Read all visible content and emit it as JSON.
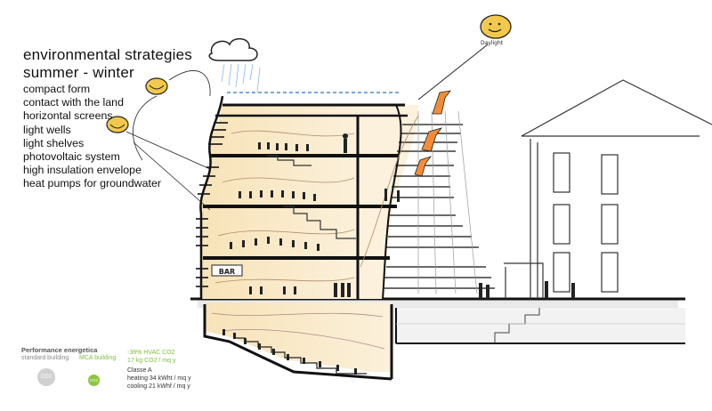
{
  "title": {
    "line1": "environmental strategies",
    "line2": "summer - winter"
  },
  "strategies": [
    "compact form",
    "contact with the land",
    "horizontal screens",
    "light wells",
    "light shelves",
    "photovoltaic system",
    "high insulation envelope",
    "heat pumps for groundwater"
  ],
  "performance": {
    "title": "Performance energetica",
    "standard_label": "standard building",
    "mca_label": "MCA building",
    "standard_badge": "CO2",
    "mca_badge": "CO2",
    "metric1": "-38% HVAC CO2",
    "metric2": "17 kg CO2 / mq y",
    "metric3": "Classe A",
    "metric4": "heating 34 kWht / mq y",
    "metric5": "cooling 21 kWhf / mq y"
  },
  "sun_label": "Daylight",
  "bar_sign": "BAR",
  "colors": {
    "interior_fill": "#f6e4bf",
    "ground_fill": "#f1f1f1",
    "accent_green": "#7fbe3a",
    "sun_yellow": "#f2c94c",
    "flame_orange": "#f28c38",
    "rain_blue": "#8ab4e8"
  }
}
